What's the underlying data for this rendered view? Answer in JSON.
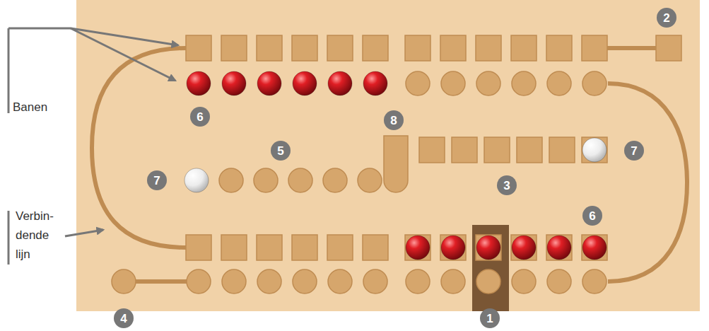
{
  "diagram": {
    "nodes": [
      {
        "text": [
          "2"
        ]
      },
      {
        "text": [
          "6"
        ]
      },
      {
        "text": [
          "8"
        ]
      },
      {
        "text": [
          "5"
        ]
      },
      {
        "text": [
          "7"
        ]
      },
      {
        "text": [
          "7"
        ]
      },
      {
        "text": [
          "3"
        ]
      },
      {
        "text": [
          "6"
        ]
      },
      {
        "text": [
          "4"
        ]
      },
      {
        "text": [
          "1"
        ]
      }
    ],
    "labels": [
      "Banen",
      "Verbin- dende lijn"
    ]
  }
}
